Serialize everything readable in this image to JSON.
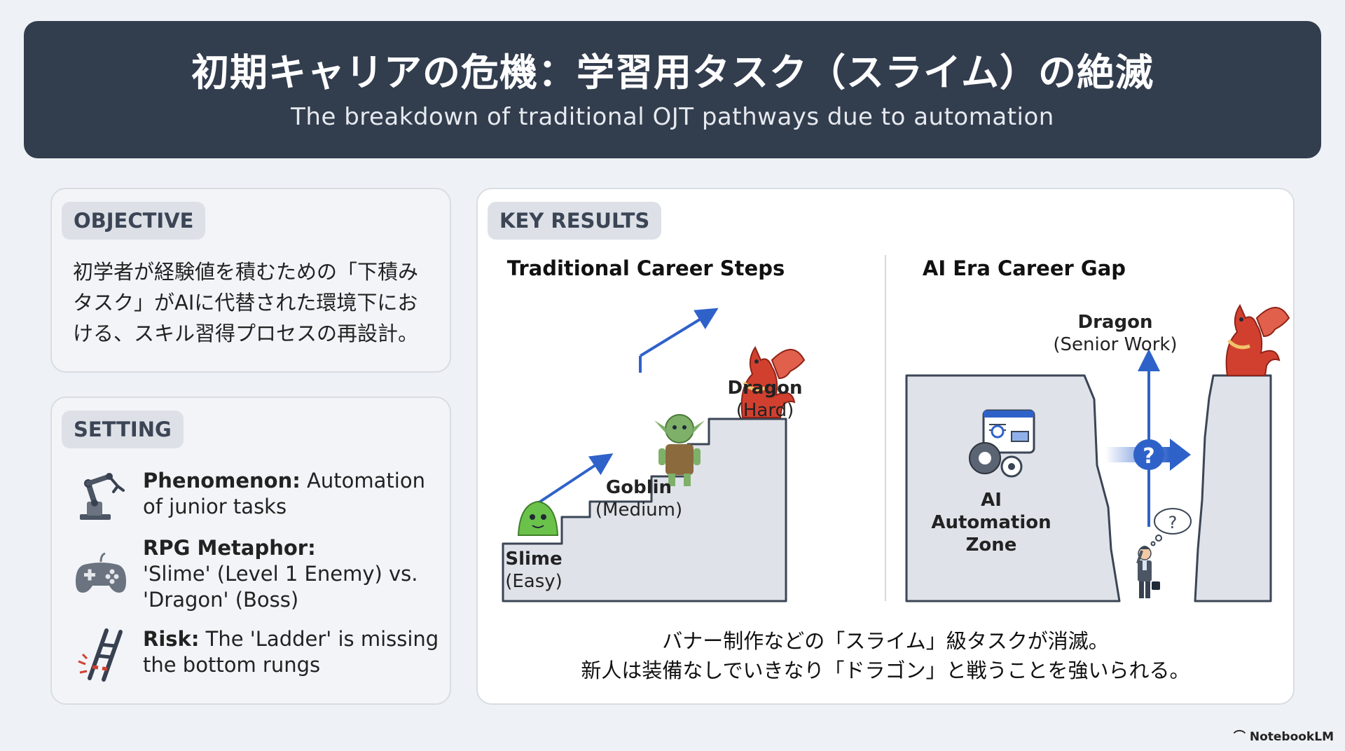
{
  "header": {
    "title": "初期キャリアの危機：学習用タスク（スライム）の絶滅",
    "subtitle": "The breakdown of traditional OJT pathways due to automation"
  },
  "objective": {
    "tag": "OBJECTIVE",
    "text": "初学者が経験値を積むための「下積みタスク」がAIに代替された環境下における、スキル習得プロセスの再設計。"
  },
  "setting": {
    "tag": "SETTING",
    "items": [
      {
        "icon": "robot-arm-icon",
        "label": "Phenomenon:",
        "text": " Automation of junior tasks"
      },
      {
        "icon": "gamepad-icon",
        "label": "RPG Metaphor:",
        "text": "'Slime' (Level 1 Enemy) vs. 'Dragon' (Boss)"
      },
      {
        "icon": "broken-ladder-icon",
        "label": "Risk:",
        "text": " The 'Ladder' is missing the bottom rungs"
      }
    ]
  },
  "key_results": {
    "tag": "KEY RESULTS",
    "left_title": "Traditional Career Steps",
    "right_title": "AI Era Career Gap",
    "slime": {
      "name": "Slime",
      "level": "(Easy)"
    },
    "goblin": {
      "name": "Goblin",
      "level": "(Medium)"
    },
    "dragon": {
      "name": "Dragon",
      "level": "(Hard)"
    },
    "dragon_right": {
      "name": "Dragon",
      "level": "(Senior Work)"
    },
    "ai_zone": {
      "line1": "AI Automation",
      "line2": "Zone"
    },
    "question_mark": "?",
    "caption_line1": "バナー制作などの「スライム」級タスクが消滅。",
    "caption_line2": "新人は装備なしでいきなり「ドラゴン」と戦うことを強いられる。"
  },
  "brand": "NotebookLM",
  "colors": {
    "header_bg": "#323d4e",
    "arrow_blue": "#2f62c9",
    "step_fill": "#dfe3e9",
    "dragon_red": "#d1402f",
    "slime_green": "#6bc24a"
  }
}
